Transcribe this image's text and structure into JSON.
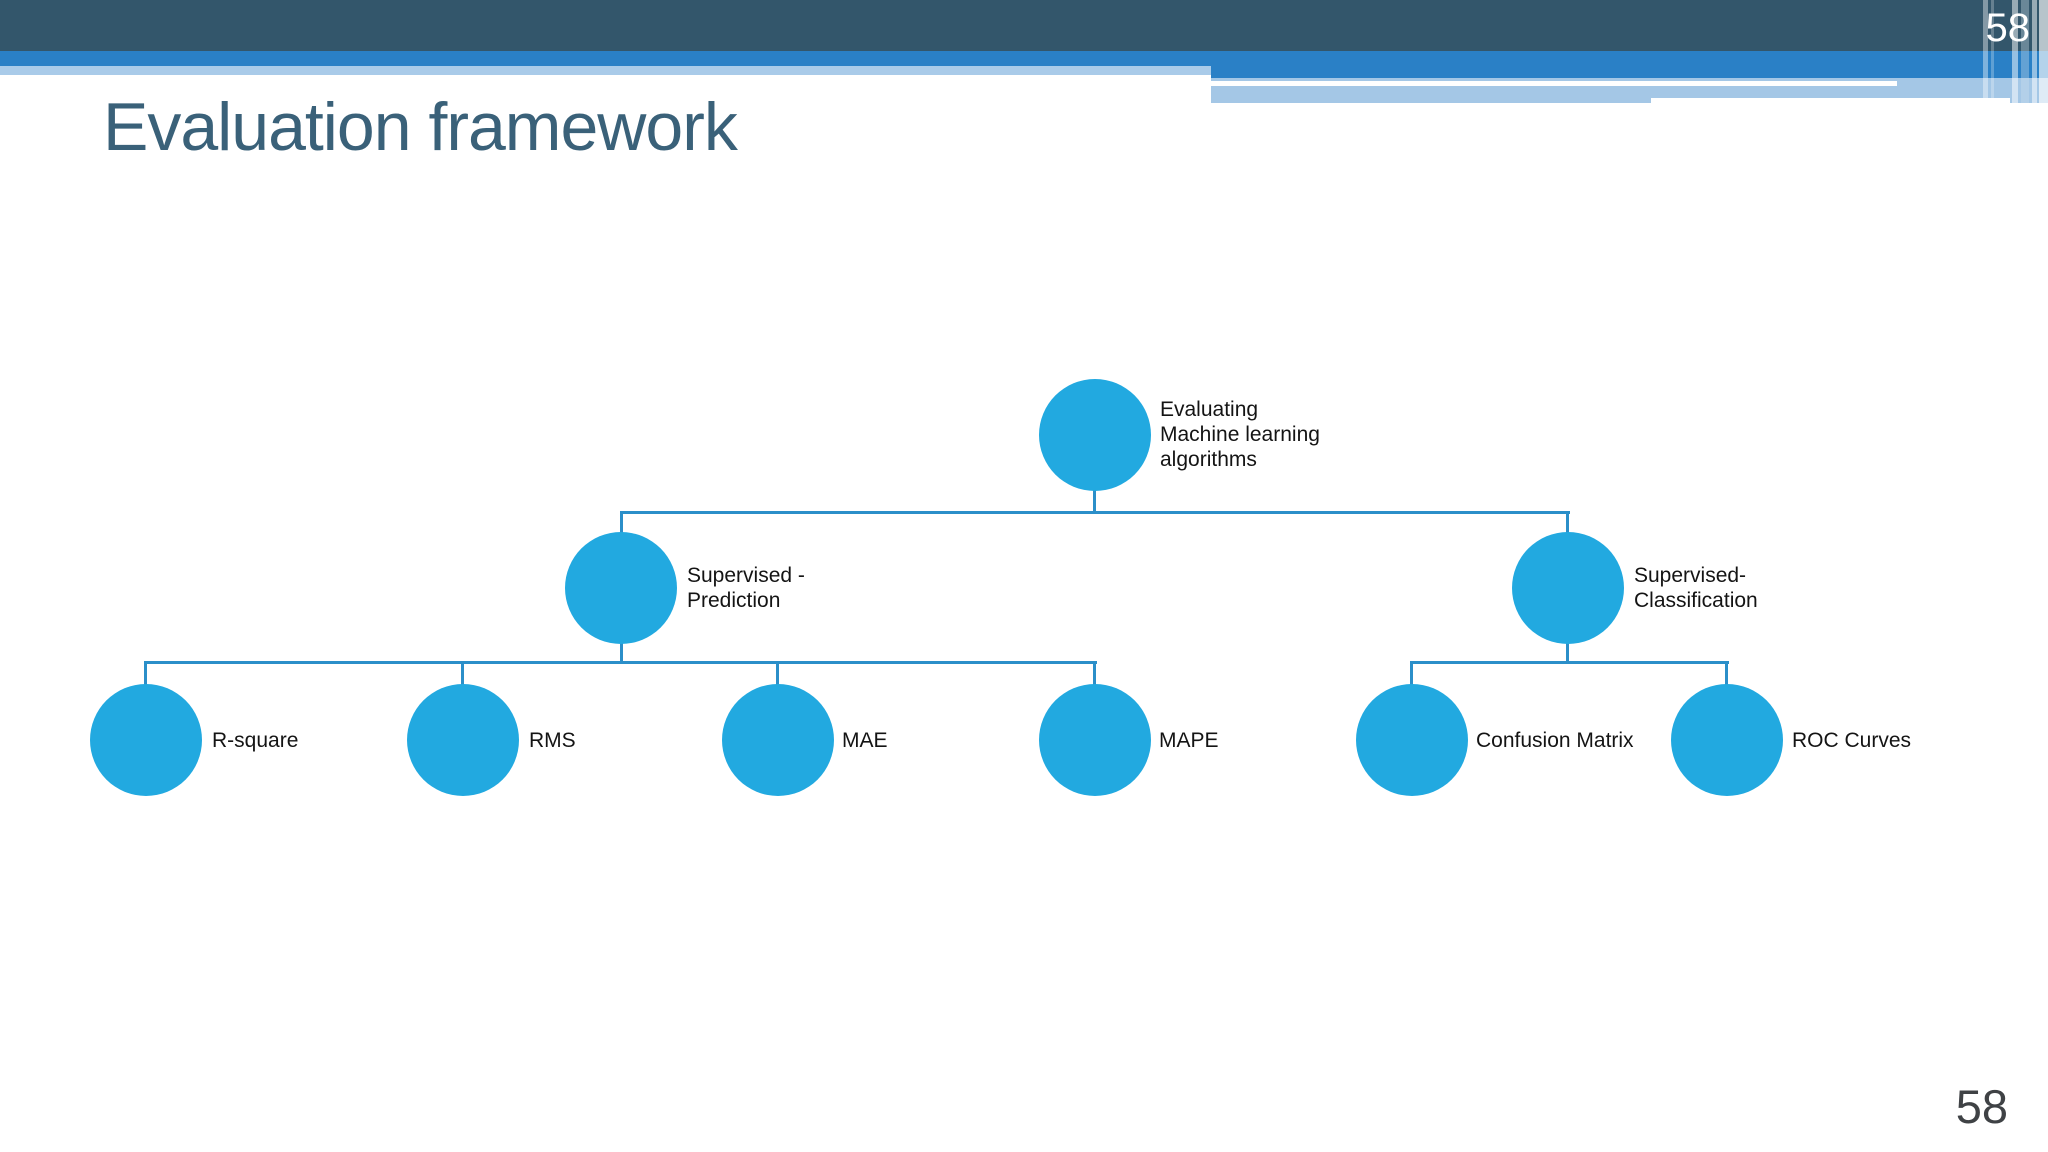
{
  "slide": {
    "title": "Evaluation framework",
    "slide_number_top": "58",
    "slide_number_bottom": "58"
  },
  "diagram": {
    "root": {
      "lines": [
        "Evaluating",
        "Machine learning",
        "algorithms"
      ]
    },
    "level2": [
      {
        "lines": [
          "Supervised -",
          "Prediction"
        ]
      },
      {
        "lines": [
          "Supervised-",
          "Classification"
        ]
      }
    ],
    "leaves": [
      {
        "label": "R-square"
      },
      {
        "label": "RMS"
      },
      {
        "label": "MAE"
      },
      {
        "label": "MAPE"
      },
      {
        "label": "Confusion Matrix"
      },
      {
        "label": "ROC Curves"
      }
    ]
  },
  "theme": {
    "header_dark": "#33566B",
    "header_blue": "#2A80C6",
    "header_light_blue": "#A9CBE9",
    "node_fill": "#22A9E0",
    "connector_line": "#2B8FC9",
    "title_color": "#3A6179",
    "footer_number_color": "#3F4245"
  }
}
